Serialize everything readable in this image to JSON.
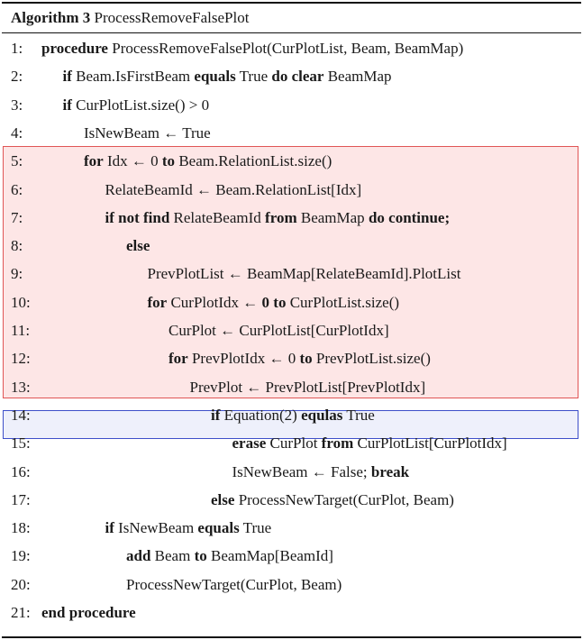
{
  "algorithm": {
    "label": "Algorithm 3",
    "name": "ProcessRemoveFalsePlot"
  },
  "lines": [
    {
      "num": "1:",
      "indent": 0,
      "parts": [
        {
          "t": "procedure",
          "kw": true
        },
        {
          "t": " ProcessRemoveFalsePlot(CurPlotList, Beam, BeamMap)"
        }
      ]
    },
    {
      "num": "2:",
      "indent": 1,
      "parts": [
        {
          "t": "if",
          "kw": true
        },
        {
          "t": " Beam.IsFirstBeam "
        },
        {
          "t": "equals",
          "kw": true
        },
        {
          "t": " True "
        },
        {
          "t": "do",
          "kw": true
        },
        {
          "t": " "
        },
        {
          "t": "clear",
          "kw": true
        },
        {
          "t": " BeamMap"
        }
      ]
    },
    {
      "num": "3:",
      "indent": 1,
      "parts": [
        {
          "t": "if",
          "kw": true
        },
        {
          "t": " CurPlotList.size() > 0"
        }
      ]
    },
    {
      "num": "4:",
      "indent": 2,
      "parts": [
        {
          "t": "IsNewBeam ← True"
        }
      ]
    },
    {
      "num": "5:",
      "indent": 2,
      "parts": [
        {
          "t": "for",
          "kw": true
        },
        {
          "t": " Idx ← 0 "
        },
        {
          "t": "to",
          "kw": true
        },
        {
          "t": " Beam.RelationList.size()"
        }
      ]
    },
    {
      "num": "6:",
      "indent": 3,
      "parts": [
        {
          "t": "RelateBeamId ← Beam.RelationList[Idx]"
        }
      ]
    },
    {
      "num": "7:",
      "indent": 3,
      "parts": [
        {
          "t": "if not find",
          "kw": true
        },
        {
          "t": " RelateBeamId "
        },
        {
          "t": "from",
          "kw": true
        },
        {
          "t": " BeamMap "
        },
        {
          "t": "do continue;",
          "kw": true
        }
      ]
    },
    {
      "num": "8:",
      "indent": 4,
      "parts": [
        {
          "t": "else",
          "kw": true
        }
      ]
    },
    {
      "num": "9:",
      "indent": 5,
      "parts": [
        {
          "t": "PrevPlotList ← BeamMap[RelateBeamId].PlotList"
        }
      ]
    },
    {
      "num": "10:",
      "indent": 5,
      "parts": [
        {
          "t": "for",
          "kw": true
        },
        {
          "t": " CurPlotIdx ← "
        },
        {
          "t": "0",
          "kw": true
        },
        {
          "t": " "
        },
        {
          "t": "to",
          "kw": true
        },
        {
          "t": " CurPlotList.size()"
        }
      ]
    },
    {
      "num": "11:",
      "indent": 6,
      "parts": [
        {
          "t": "CurPlot ← CurPlotList[CurPlotIdx]"
        }
      ]
    },
    {
      "num": "12:",
      "indent": 6,
      "parts": [
        {
          "t": "for",
          "kw": true
        },
        {
          "t": " PrevPlotIdx ← 0 "
        },
        {
          "t": "to",
          "kw": true
        },
        {
          "t": " PrevPlotList.size()"
        }
      ]
    },
    {
      "num": "13:",
      "indent": 7,
      "parts": [
        {
          "t": "PrevPlot ← PrevPlotList[PrevPlotIdx]"
        }
      ]
    },
    {
      "num": "14:",
      "indent": 8,
      "parts": [
        {
          "t": "if",
          "kw": true
        },
        {
          "t": " Equation(2) "
        },
        {
          "t": "equlas",
          "kw": true
        },
        {
          "t": " True"
        }
      ]
    },
    {
      "num": "15:",
      "indent": 9,
      "parts": [
        {
          "t": "erase",
          "kw": true
        },
        {
          "t": " CurPlot "
        },
        {
          "t": "from",
          "kw": true
        },
        {
          "t": " CurPlotList[CurPlotIdx]"
        }
      ]
    },
    {
      "num": "16:",
      "indent": 9,
      "parts": [
        {
          "t": "IsNewBeam ← False; "
        },
        {
          "t": "break",
          "kw": true
        }
      ]
    },
    {
      "num": "17:",
      "indent": 8,
      "parts": [
        {
          "t": "else",
          "kw": true
        },
        {
          "t": " ProcessNewTarget(CurPlot, Beam)"
        }
      ]
    },
    {
      "num": "18:",
      "indent": 3,
      "parts": [
        {
          "t": "if",
          "kw": true
        },
        {
          "t": " IsNewBeam "
        },
        {
          "t": "equals",
          "kw": true
        },
        {
          "t": " True"
        }
      ]
    },
    {
      "num": "19:",
      "indent": 4,
      "parts": [
        {
          "t": "add",
          "kw": true
        },
        {
          "t": " Beam "
        },
        {
          "t": "to",
          "kw": true
        },
        {
          "t": " BeamMap[BeamId]"
        }
      ]
    },
    {
      "num": "20:",
      "indent": 4,
      "parts": [
        {
          "t": "ProcessNewTarget(CurPlot, Beam)"
        }
      ]
    },
    {
      "num": "21:",
      "indent": 0,
      "parts": [
        {
          "t": "end procedure",
          "kw": true
        }
      ]
    }
  ]
}
